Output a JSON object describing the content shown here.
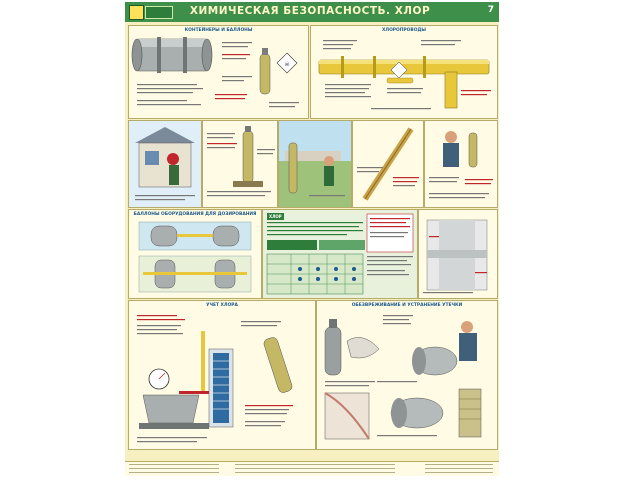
{
  "poster": {
    "title": "ХИМИЧЕСКАЯ БЕЗОПАСНОСТЬ. ХЛОР",
    "sheet_number": "7"
  },
  "panels": {
    "containers": {
      "title": "КОНТЕЙНЕРЫ И БАЛЛОНЫ"
    },
    "pipelines": {
      "title": "ХЛОРОПРОВОДЫ"
    },
    "cylinders_title": {
      "title": "БАЛЛОНЫ ОБОРУДОВАНИЯ ДЛЯ ДОЗИРОВАНИЯ"
    },
    "table": {
      "title": "ХЛОР"
    },
    "ventilation": {
      "title": "УЧЕТ ХЛОРА"
    },
    "neutralization": {
      "title": "ОБЕЗВРЕЖИВАНИЕ И УСТРАНЕНИЕ УТЕЧКИ"
    }
  },
  "colors": {
    "header": "#3d8f4a",
    "background": "#f6efc0",
    "panel": "#fffbe4",
    "accent_red": "#c0262c",
    "accent_blue": "#1c5a8c",
    "pipe_yellow": "#e8c83a",
    "steel": "#9aa0a0"
  },
  "icons": {
    "logo": "poster-logo-icon",
    "hazard": "hazard-diamond-icon"
  }
}
